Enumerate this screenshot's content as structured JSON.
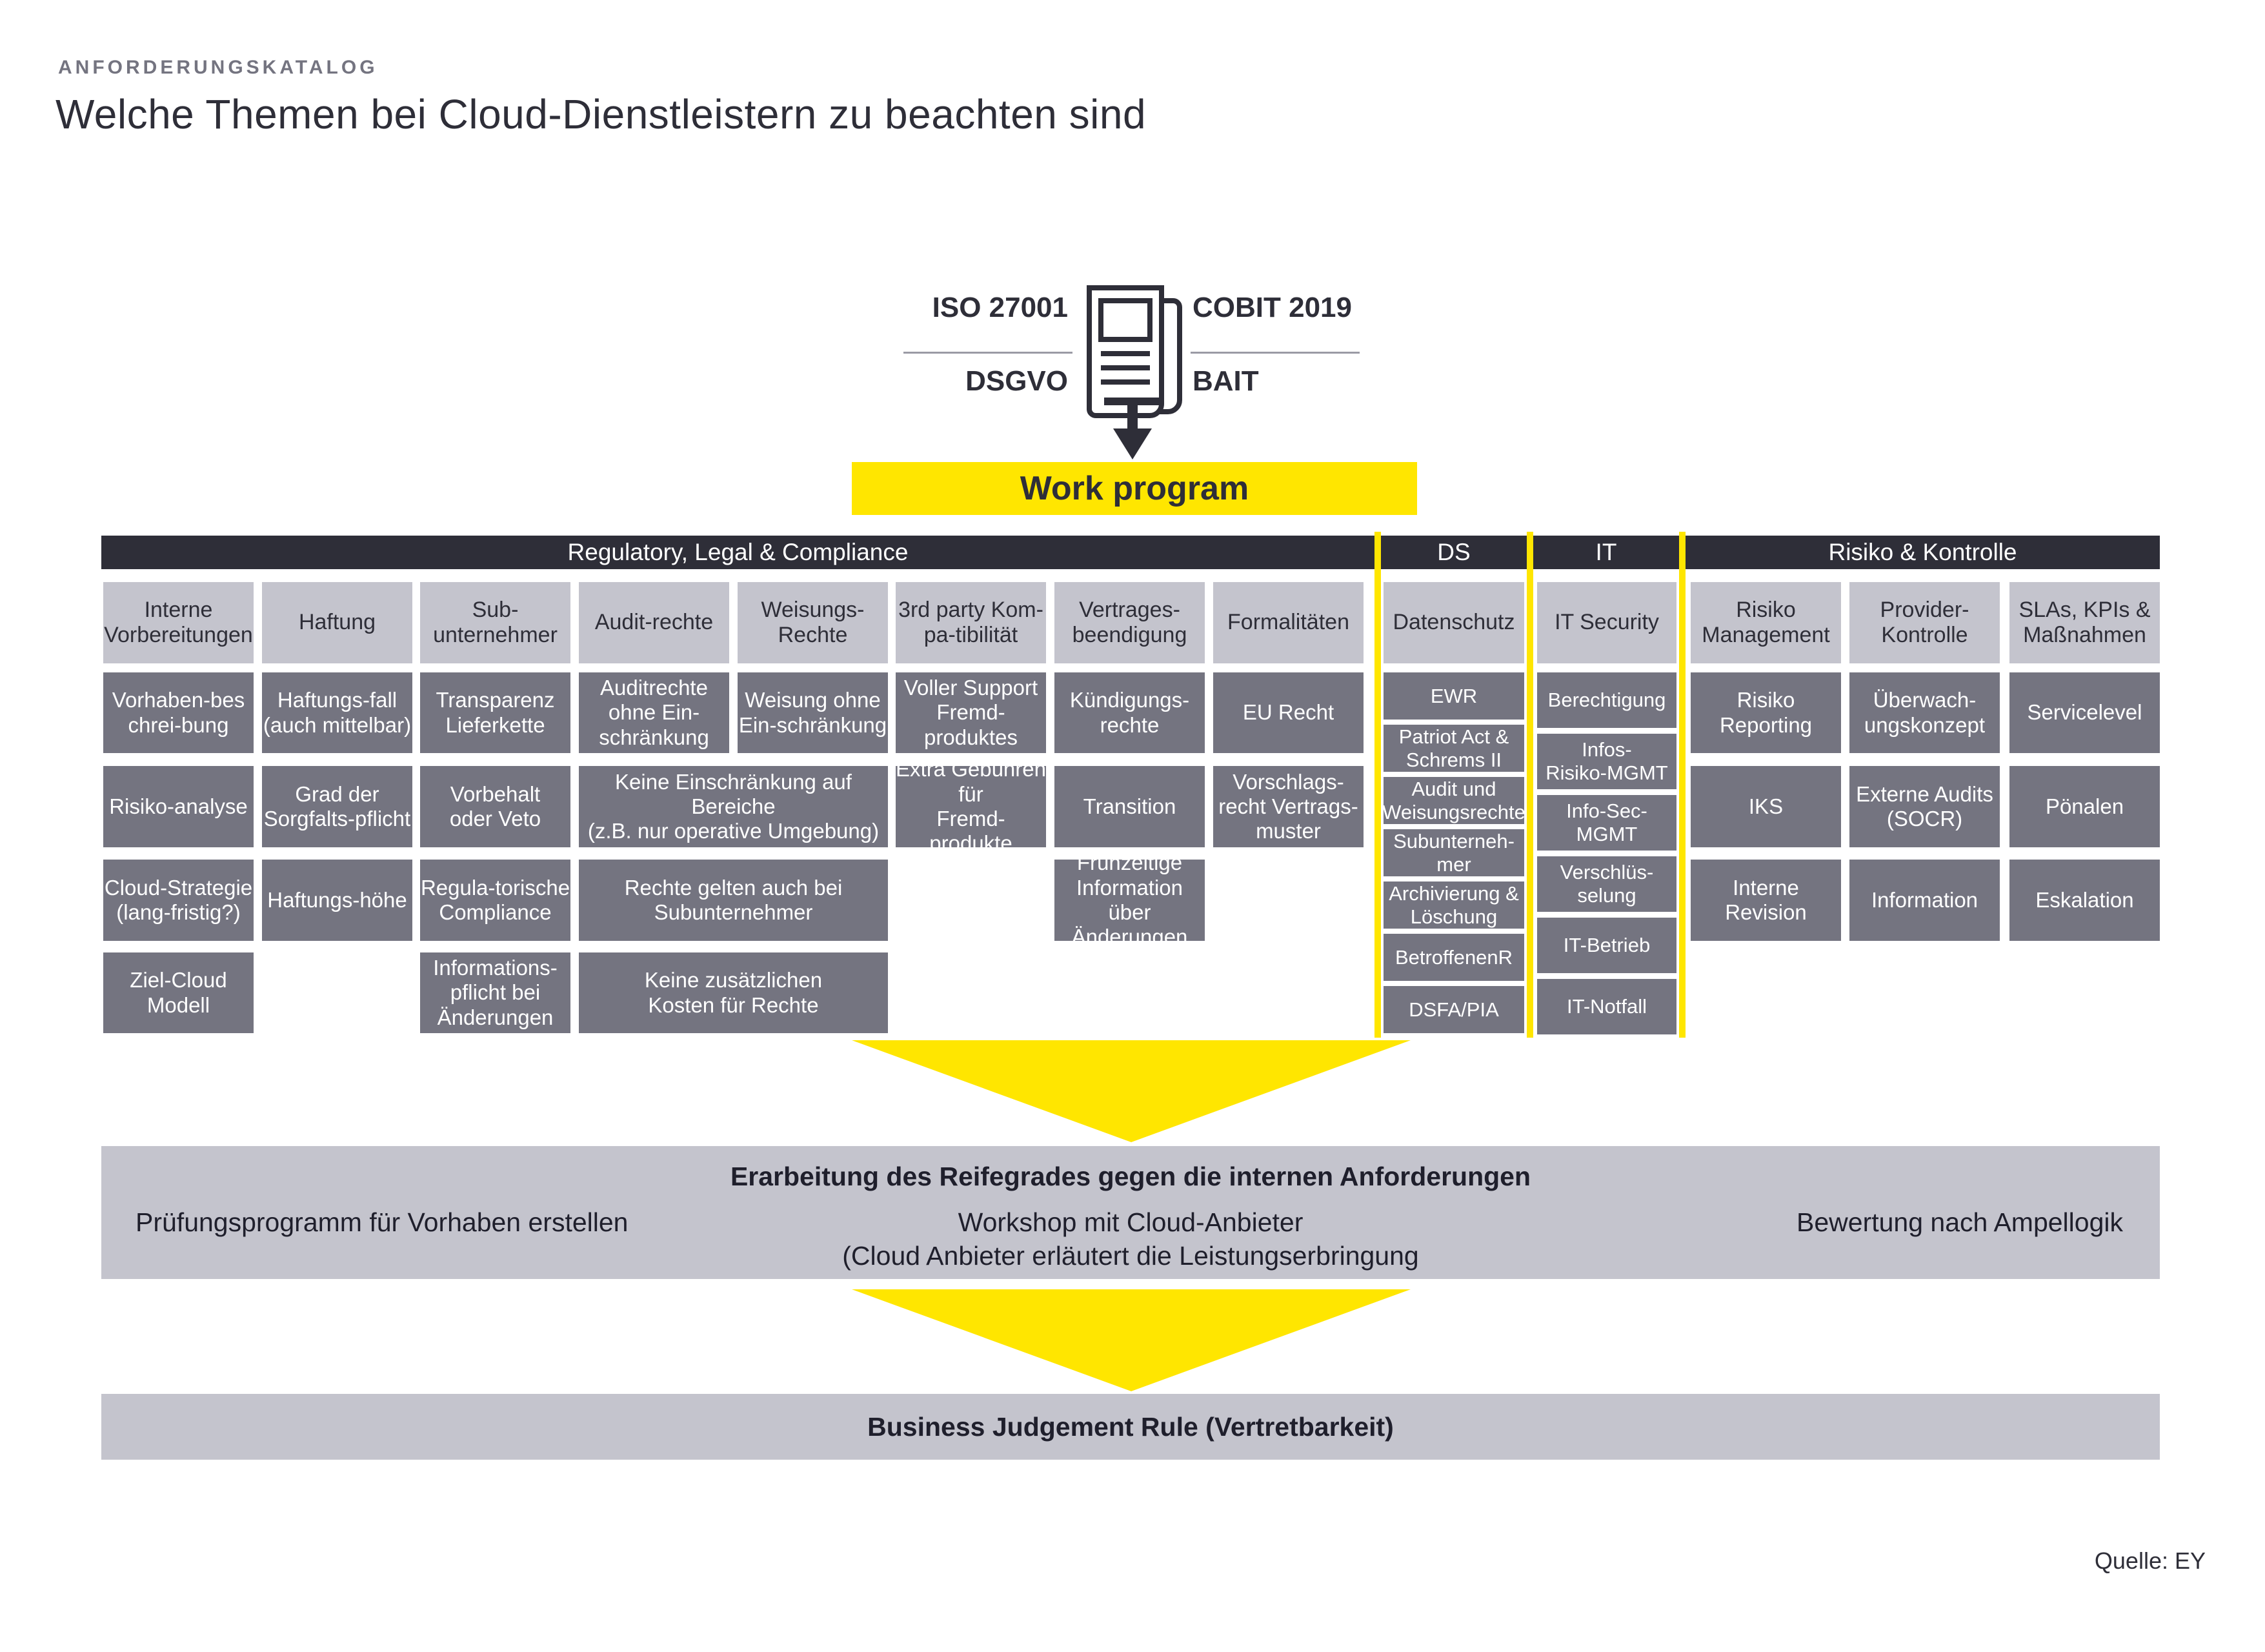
{
  "eyebrow": "ANFORDERUNGSKATALOG",
  "title": "Welche Themen bei Cloud-Dienstleistern zu beachten sind",
  "sources": {
    "top_left": "ISO 27001",
    "bottom_left": "DSGVO",
    "top_right": "COBIT 2019",
    "bottom_right": "BAIT"
  },
  "work_program": {
    "label": "Work program"
  },
  "sections": {
    "regulatory": "Regulatory, Legal & Compliance",
    "ds": "DS",
    "it": "IT",
    "risk": "Risiko & Kontrolle"
  },
  "grid": {
    "headers": [
      "Interne\nVorbereitungen",
      "Haftung",
      "Sub-\nunternehmer",
      "Audit-rechte",
      "Weisungs-\nRechte",
      "3rd party Kom-\npa-tibilität",
      "Vertrages-\nbeendigung",
      "Formalitäten",
      "Datenschutz",
      "IT Security",
      "Risiko\nManagement",
      "Provider-\nKontrolle",
      "SLAs, KPIs &\nMaßnahmen"
    ],
    "cells": {
      "c1r1": "Vorhaben-bes\nchrei-bung",
      "c2r1": "Haftungs-fall\n(auch mittelbar)",
      "c3r1": "Transparenz\nLieferkette",
      "c4r1": "Auditrechte\nohne Ein-\nschränkung",
      "c5r1": "Weisung ohne\nEin-schränkung",
      "c6r1": "Voller Support\nFremd-\nproduktes",
      "c7r1": "Kündigungs-\nrechte",
      "c8r1": "EU Recht",
      "c1r2": "Risiko-analyse",
      "c2r2": "Grad der\nSorgfalts-pflicht",
      "c3r2": "Vorbehalt\noder Veto",
      "c45r2": "Keine Einschränkung auf Bereiche\n(z.B. nur operative Umgebung)",
      "c6r2": "Extra Gebühren\nfür\nFremd-produkte",
      "c7r2": "Transition",
      "c8r2": "Vorschlags-\nrecht Vertrags-\nmuster",
      "c1r3": "Cloud-Strategie\n(lang-fristig?)",
      "c2r3": "Haftungs-höhe",
      "c3r3": "Regula-torische\nCompliance",
      "c45r3": "Rechte gelten auch bei\nSubunternehmer",
      "c7r3": "Frühzeitige\nInformation\nüber\nÄnderungen",
      "c1r4": "Ziel-Cloud\nModell",
      "c3r4": "Informations-\npflicht bei\nÄnderungen",
      "c45r4": "Keine zusätzlichen\nKosten für Rechte"
    },
    "ds": [
      "EWR",
      "Patriot Act &\nSchrems II",
      "Audit und\nWeisungsrechte",
      "Subunterneh-\nmer",
      "Archivierung &\nLöschung",
      "BetroffenenR",
      "DSFA/PIA"
    ],
    "it": [
      "Berechtigung",
      "Infos-\nRisiko-MGMT",
      "Info-Sec-MGMT",
      "Verschlüs-\nselung",
      "IT-Betrieb",
      "IT-Notfall"
    ],
    "risk": {
      "col1": [
        "Risiko\nReporting",
        "IKS",
        "Interne\nRevision"
      ],
      "col2": [
        "Überwach-\nungskonzept",
        "Externe Audits\n(SOCR)",
        "Information"
      ],
      "col3": [
        "Servicelevel",
        "Pönalen",
        "Eskalation"
      ]
    }
  },
  "maturity_band": {
    "title": "Erarbeitung des Reifegrades gegen die internen Anforderungen",
    "left": "Prüfungsprogramm für Vorhaben erstellen",
    "center": "Workshop mit Cloud-Anbieter\n(Cloud Anbieter erläutert die Leistungserbringung",
    "right": "Bewertung nach Ampellogik"
  },
  "judgement_band": {
    "label": "Business Judgement Rule (Vertretbarkeit)"
  },
  "source_note": "Quelle: EY",
  "icons": {
    "newspaper": "newspaper-icon",
    "down_arrow": "down-arrow-icon",
    "flow_arrow": "flow-arrow-icon"
  },
  "colors": {
    "accent_yellow": "#FFE600",
    "dark": "#2E2E38",
    "cell_gray": "#747480",
    "light_gray": "#C4C4CD"
  }
}
